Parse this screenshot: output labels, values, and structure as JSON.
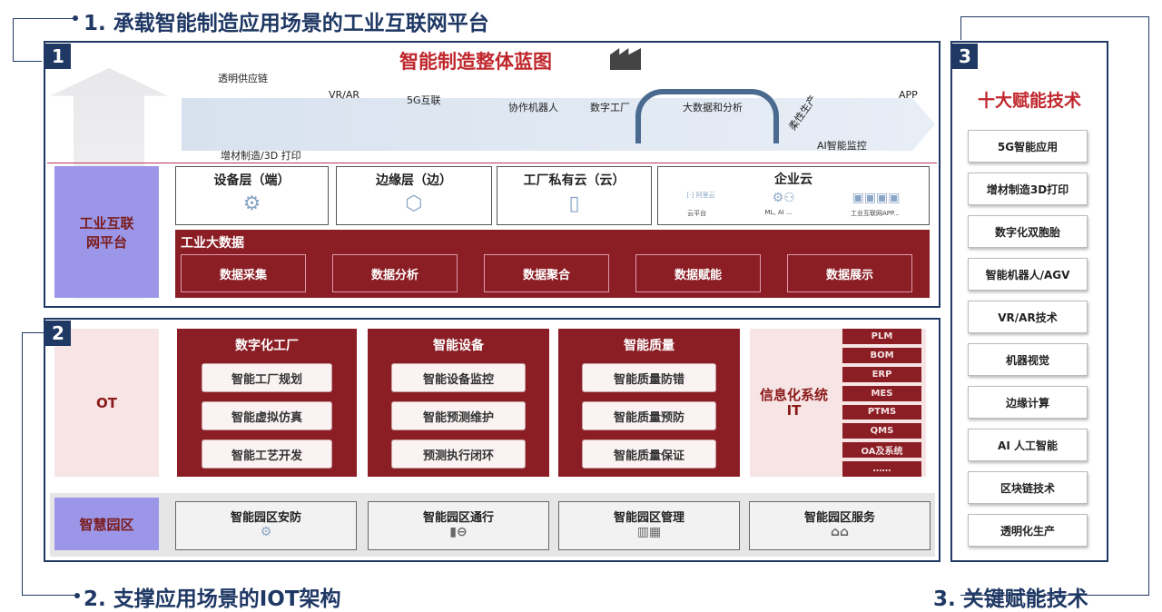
{
  "headings": {
    "h1": "1. 承载智能制造应用场景的工业互联网平台",
    "h2": "2. 支撑应用场景的IOT架构",
    "h3": "3. 关键赋能技术"
  },
  "section_numbers": [
    "1",
    "2",
    "3"
  ],
  "blueprint": {
    "title": "智能制造整体蓝图",
    "flow_labels": [
      "透明供应链",
      "增材制造/3D 打印",
      "VR/AR",
      "5G互联",
      "协作机器人",
      "数字工厂",
      "大数据和分析",
      "柔性生产",
      "AI智能监控",
      "APP"
    ]
  },
  "platform": {
    "label": "工业互联网平台",
    "layers": [
      "设备层（端）",
      "边缘层（边）",
      "工厂私有云（云）",
      "企业云"
    ],
    "enterprise_cloud_sublabels": [
      "阿里云",
      "云平台",
      "ML, AI ...",
      "工业互联网APP..."
    ],
    "big_data": {
      "title": "工业大数据",
      "items": [
        "数据采集",
        "数据分析",
        "数据聚合",
        "数据赋能",
        "数据展示"
      ]
    }
  },
  "ot": {
    "label": "OT",
    "columns": [
      {
        "title": "数字化工厂",
        "items": [
          "智能工厂规划",
          "智能虚拟仿真",
          "智能工艺开发"
        ]
      },
      {
        "title": "智能设备",
        "items": [
          "智能设备监控",
          "智能预测维护",
          "预测执行闭环"
        ]
      },
      {
        "title": "智能质量",
        "items": [
          "智能质量防错",
          "智能质量预防",
          "智能质量保证"
        ]
      }
    ],
    "it": {
      "label_line1": "信息化系统",
      "label_line2": "IT",
      "systems": [
        "PLM",
        "BOM",
        "ERP",
        "MES",
        "PTMS",
        "QMS",
        "OA及系统",
        "……"
      ]
    }
  },
  "park": {
    "label": "智慧园区",
    "items": [
      "智能园区安防",
      "智能园区通行",
      "智能园区管理",
      "智能园区服务"
    ]
  },
  "enabling": {
    "title": "十大赋能技术",
    "items": [
      "5G智能应用",
      "增材制造3D打印",
      "数字化双胞胎",
      "智能机器人/AGV",
      "VR/AR技术",
      "机器视觉",
      "边缘计算",
      "AI 人工智能",
      "区块链技术",
      "透明化生产"
    ]
  },
  "colors": {
    "navy": "#1f3864",
    "red": "#8b1e25",
    "purple": "#9b96e8",
    "pink": "#f7e5e5"
  }
}
